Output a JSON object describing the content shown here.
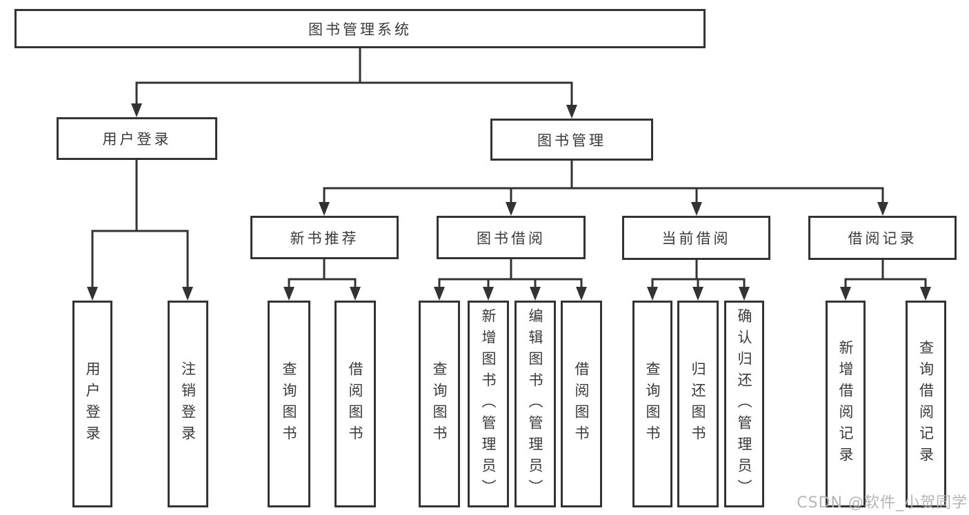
{
  "tree": {
    "root": "图书管理系统",
    "branches": [
      {
        "label": "用户登录",
        "children": [
          "用户登录",
          "注销登录"
        ]
      },
      {
        "label": "图书管理",
        "groups": [
          {
            "label": "新书推荐",
            "children": [
              "查询图书",
              "借阅图书"
            ]
          },
          {
            "label": "图书借阅",
            "children": [
              "查询图书",
              "新增图书（管理员）",
              "编辑图书（管理员）",
              "借阅图书"
            ]
          },
          {
            "label": "当前借阅",
            "children": [
              "查询图书",
              "归还图书",
              "确认归还（管理员）"
            ]
          },
          {
            "label": "借阅记录",
            "children": [
              "新增借阅记录",
              "查询借阅记录"
            ]
          }
        ]
      }
    ]
  },
  "watermark": "CSDN @软件_小贺同学",
  "colors": {
    "line": "#333333",
    "text": "#3a3a3a",
    "background": "#ffffff",
    "watermark": "#b5b5b5"
  }
}
